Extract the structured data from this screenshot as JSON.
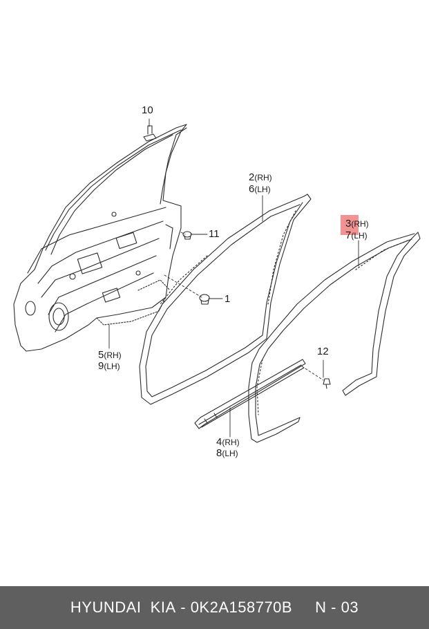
{
  "callouts": [
    {
      "id": "10",
      "number": "10",
      "side": ""
    },
    {
      "id": "11",
      "number": "11",
      "side": ""
    },
    {
      "id": "1",
      "number": "1",
      "side": ""
    },
    {
      "id": "2",
      "number": "2",
      "side": "(RH)"
    },
    {
      "id": "6",
      "number": "6",
      "side": "(LH)"
    },
    {
      "id": "3",
      "number": "3",
      "side": "(RH)"
    },
    {
      "id": "7",
      "number": "7",
      "side": "(LH)"
    },
    {
      "id": "5",
      "number": "5",
      "side": "(RH)"
    },
    {
      "id": "9",
      "number": "9",
      "side": "(LH)"
    },
    {
      "id": "12",
      "number": "12",
      "side": ""
    },
    {
      "id": "4",
      "number": "4",
      "side": "(RH)"
    },
    {
      "id": "8",
      "number": "8",
      "side": "(LH)"
    }
  ],
  "highlight": {
    "callout": "3",
    "color": "#f08080"
  },
  "footer": {
    "brand": "HYUNDAI  KIA",
    "part_number": "0K2A158770B",
    "separator": " - ",
    "page": "N - 03"
  }
}
